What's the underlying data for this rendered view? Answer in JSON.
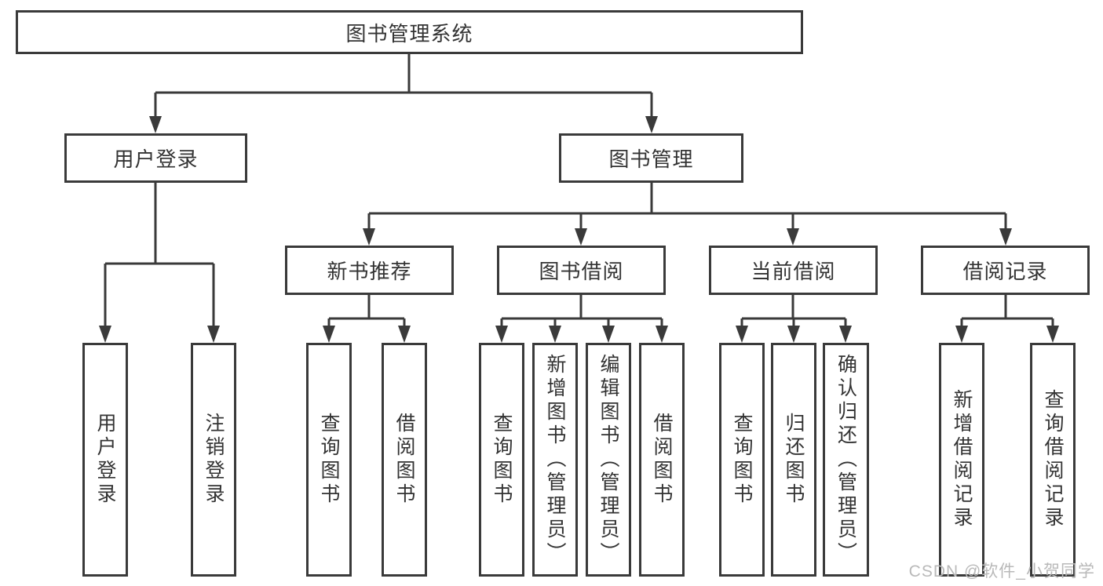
{
  "diagram": {
    "root": {
      "label": "图书管理系统"
    },
    "branches": [
      {
        "label": "用户登录",
        "children": [
          {
            "label": "用户登录"
          },
          {
            "label": "注销登录"
          }
        ]
      },
      {
        "label": "图书管理",
        "children": [
          {
            "label": "新书推荐",
            "children": [
              {
                "label": "查询图书"
              },
              {
                "label": "借阅图书"
              }
            ]
          },
          {
            "label": "图书借阅",
            "children": [
              {
                "label": "查询图书"
              },
              {
                "label": "新增图书（管理员）"
              },
              {
                "label": "编辑图书（管理员）"
              },
              {
                "label": "借阅图书"
              }
            ]
          },
          {
            "label": "当前借阅",
            "children": [
              {
                "label": "查询图书"
              },
              {
                "label": "归还图书"
              },
              {
                "label": "确认归还（管理员）"
              }
            ]
          },
          {
            "label": "借阅记录",
            "children": [
              {
                "label": "新增借阅记录"
              },
              {
                "label": "查询借阅记录"
              }
            ]
          }
        ]
      }
    ]
  },
  "watermark": {
    "text": "CSDN @软件_小贺同学"
  },
  "colors": {
    "line": "#3a3a3a",
    "text": "#333333",
    "background": "#ffffff",
    "watermark": "#b9b9b9"
  }
}
